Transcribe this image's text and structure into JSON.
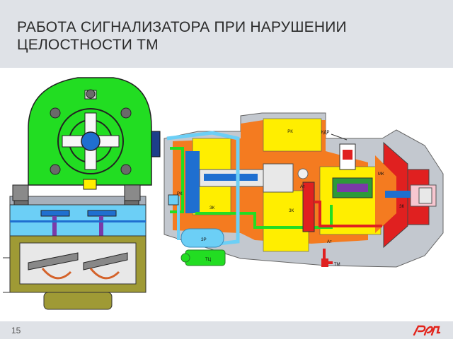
{
  "slide": {
    "title": "РАБОТА СИГНАЛИЗАТОРА ПРИ НАРУШЕНИИ ЦЕЛОСТНОСТИ ТМ",
    "page_number": "15"
  },
  "diagram": {
    "labels": {
      "rk_top": "РК",
      "kdr": "КДР",
      "rk_left": "РК",
      "zk_left": "ЗК",
      "zk_mid": "ЗК",
      "zk_right": "ЗК",
      "at_mid": "Ат",
      "at_bottom": "Ат",
      "mk": "МК",
      "tm": "ТМ",
      "zr": "ЗР",
      "tc": "ТЦ"
    }
  },
  "colors": {
    "header_bg": "#dfe2e7",
    "footer_bg": "#dfe2e7",
    "logo_red": "#e2231a",
    "signal_green": "#22dd22",
    "orange": "#f47b20",
    "blue": "#1f6fd0",
    "red": "#e02020",
    "yellow": "#ffee00",
    "light_blue": "#6ccff6",
    "grey": "#a7b0bb"
  },
  "icons": {
    "logo": "rzd-logo"
  }
}
